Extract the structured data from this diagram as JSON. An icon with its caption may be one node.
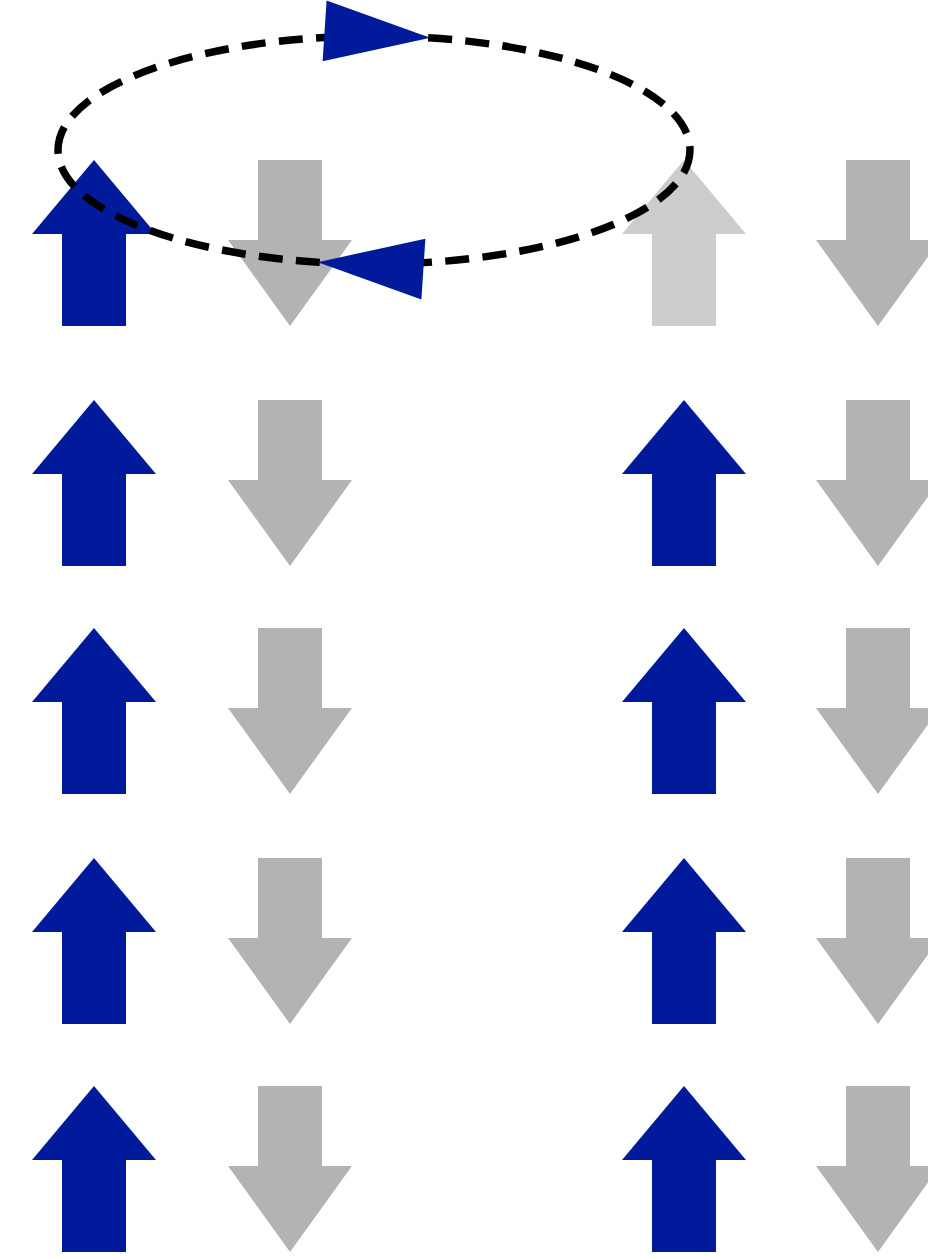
{
  "diagram": {
    "nodes": [
      {
        "text": [],
        "shape": "arrow"
      },
      {
        "text": [],
        "shape": "arrow"
      },
      {
        "text": [],
        "shape": "arrow"
      },
      {
        "text": [],
        "shape": "arrow"
      },
      {
        "text": [],
        "shape": "arrow"
      },
      {
        "text": [],
        "shape": "arrow"
      },
      {
        "text": [],
        "shape": "arrow"
      },
      {
        "text": [],
        "shape": "arrow"
      },
      {
        "text": [],
        "shape": "arrow"
      },
      {
        "text": [],
        "shape": "arrow"
      },
      {
        "text": [],
        "shape": "arrow"
      },
      {
        "text": [],
        "shape": "arrow"
      },
      {
        "text": [],
        "shape": "arrow"
      },
      {
        "text": [],
        "shape": "arrow"
      },
      {
        "text": [],
        "shape": "arrow"
      },
      {
        "text": [],
        "shape": "arrow"
      },
      {
        "text": [],
        "shape": "arrow"
      },
      {
        "text": [],
        "shape": "arrow"
      },
      {
        "text": [],
        "shape": "arrow"
      },
      {
        "text": [],
        "shape": "arrow"
      }
    ]
  }
}
